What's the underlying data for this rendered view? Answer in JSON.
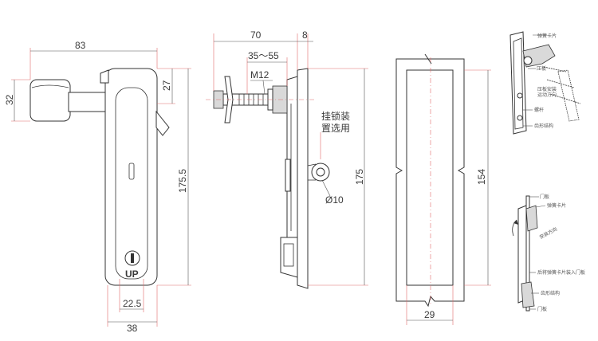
{
  "front_view": {
    "dim_width_83": "83",
    "dim_height_32": "32",
    "dim_height_27": "27",
    "dim_height_175_5": "175.5",
    "dim_width_22_5": "22.5",
    "dim_width_38": "38",
    "up_label": "UP"
  },
  "side_view": {
    "dim_70": "70",
    "dim_8": "8",
    "dim_35_55": "35～55",
    "dim_m12": "M12",
    "padlock_note_line1": "挂锁装",
    "padlock_note_line2": "置选用",
    "dim_dia10": "Ø10",
    "dim_175": "175"
  },
  "cutout_view": {
    "dim_154": "154",
    "dim_29": "29"
  },
  "detail_top": {
    "label_spring_clip": "弹簧卡片",
    "label_pressure_plate": "压板",
    "label_install_range_1": "压板安装",
    "label_install_range_2": "运动方向",
    "label_screw": "螺杆",
    "label_gear": "齿形结构"
  },
  "detail_bottom": {
    "label_door": "门板",
    "label_spring_clip": "弹簧卡片",
    "label_direction": "安装方向",
    "label_insert": "后将弹簧卡片装入门板",
    "label_gear": "齿形结构",
    "label_door2": "门板"
  }
}
